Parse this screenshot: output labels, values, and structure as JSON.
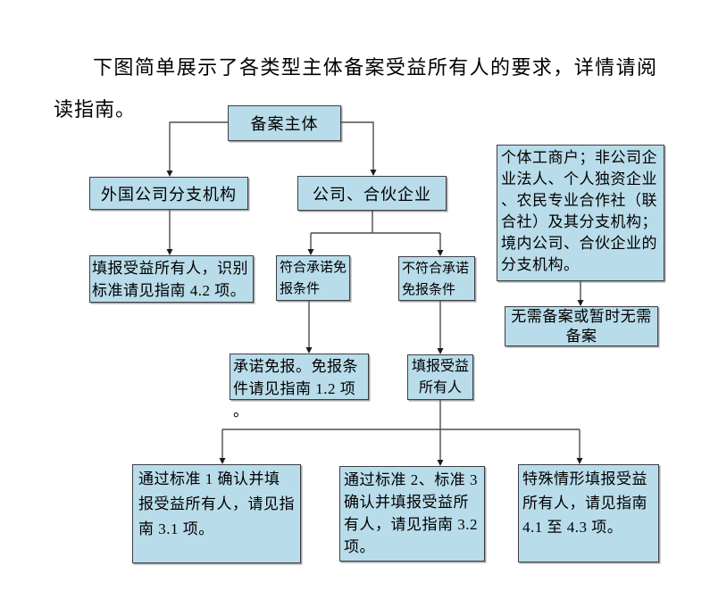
{
  "document": {
    "intro_paragraph": "下图简单展示了各类型主体备案受益所有人的要求，详情请阅读指南。"
  },
  "flowchart": {
    "colors": {
      "node_fill": "#b9dcea",
      "node_border": "#3a3f45",
      "connector": "#4d4d4d",
      "arrowhead": "#1a1a1a"
    },
    "nodes": {
      "filing_subject": {
        "label": "备案主体"
      },
      "foreign_company_branch": {
        "label": "外国公司分支机构"
      },
      "company_partnership": {
        "label": "公司、合伙企业"
      },
      "other_entity_types": {
        "label": "个体工商户；非公司企业法人、个人独资企业、农民专业合作社（联合社）及其分支机构；境内公司、合伙企业的分支机构。"
      },
      "file_bo_standard_4_2": {
        "label": "填报受益所有人，识别标准请见指南 4.2 项。"
      },
      "meets_exemption_condition": {
        "label": "符合承诺免报条件"
      },
      "not_meets_exemption_condition": {
        "label": "不符合承诺免报条件"
      },
      "no_filing_required": {
        "label": "无需备案或暂时无需备案"
      },
      "promise_exemption": {
        "label": "承诺免报。免报条件请见指南 1.2 项。"
      },
      "file_beneficial_owner": {
        "label": "填报受益所有人"
      },
      "standard_1": {
        "label": "通过标准 1 确认并填报受益所有人，请见指南 3.1 项。"
      },
      "standard_2_3": {
        "label": "通过标准 2、标准 3 确认并填报受益所有人，请见指南 3.2 项。"
      },
      "special_cases": {
        "label": "特殊情形填报受益所有人，请见指南 4.1 至 4.3 项。"
      }
    }
  }
}
